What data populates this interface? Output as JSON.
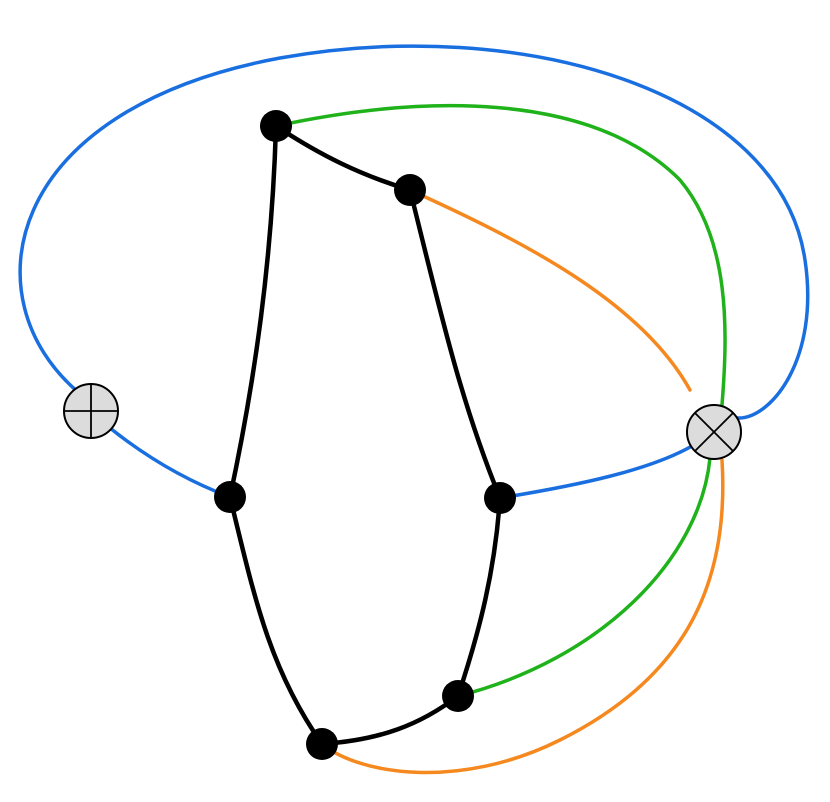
{
  "colors": {
    "background": "#ffffff",
    "structure_edge": "#000000",
    "blue_edge": "#1a6fe0",
    "green_edge": "#1fb21a",
    "orange_edge": "#f5891f",
    "node_fill": "#000000",
    "terminal_fill": "#dcdcdc"
  },
  "terminals": [
    {
      "name": "plus-terminal",
      "symbol": "plus-circle-icon"
    },
    {
      "name": "cross-terminal",
      "symbol": "cross-circle-icon"
    }
  ],
  "nodes_count_label": "",
  "edges": [
    {
      "name": "blue-outer-loop",
      "color_key": "blue_edge"
    },
    {
      "name": "blue-left-link",
      "color_key": "blue_edge"
    },
    {
      "name": "blue-right-link",
      "color_key": "blue_edge"
    },
    {
      "name": "green-top-arc",
      "color_key": "green_edge"
    },
    {
      "name": "green-bottom-arc",
      "color_key": "green_edge"
    },
    {
      "name": "orange-top-arc",
      "color_key": "orange_edge"
    },
    {
      "name": "orange-bottom-arc",
      "color_key": "orange_edge"
    }
  ]
}
